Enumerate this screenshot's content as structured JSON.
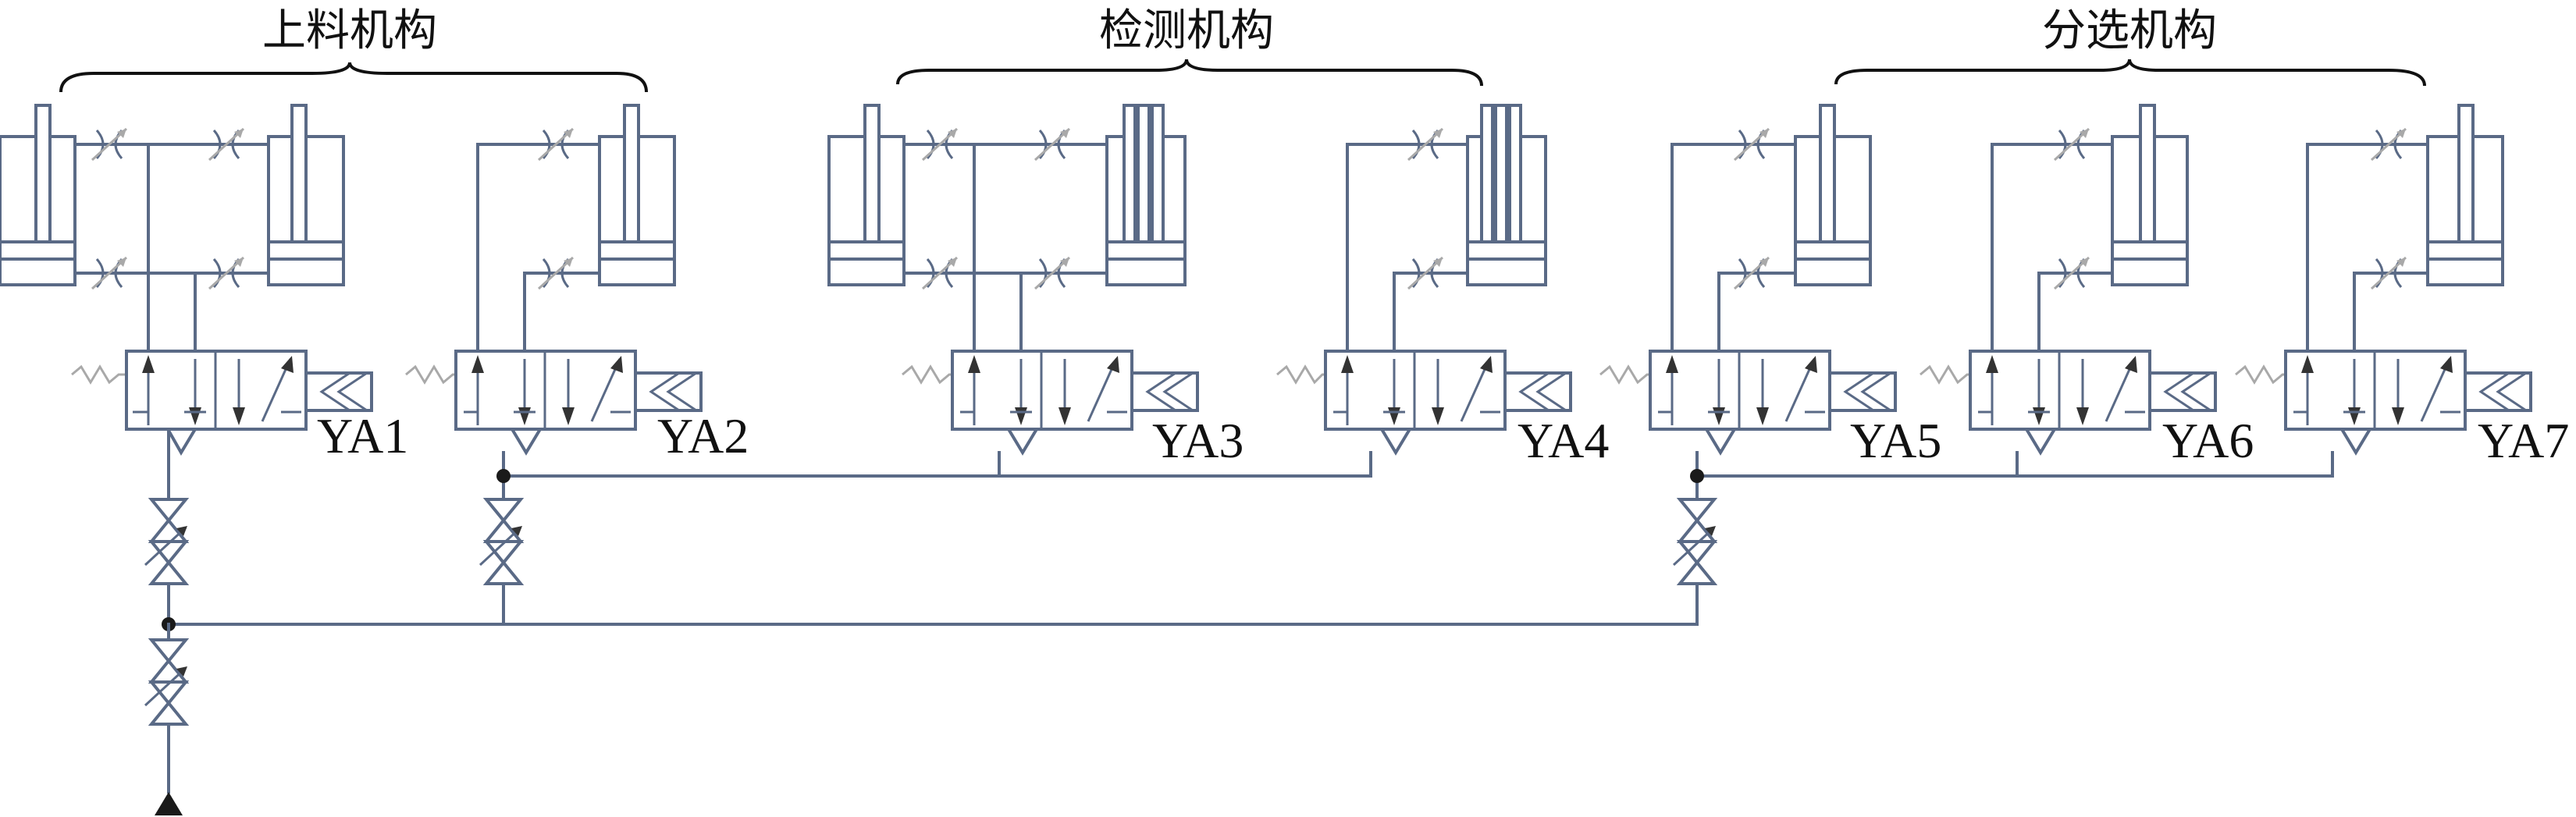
{
  "groups": [
    {
      "label": "上料机构"
    },
    {
      "label": "检测机构"
    },
    {
      "label": "分选机构"
    }
  ],
  "valves": [
    {
      "label": "YA1"
    },
    {
      "label": "YA2"
    },
    {
      "label": "YA3"
    },
    {
      "label": "YA4"
    },
    {
      "label": "YA5"
    },
    {
      "label": "YA6"
    },
    {
      "label": "YA7"
    }
  ],
  "colors": {
    "line": "#5a6a86",
    "text": "#111111",
    "spring": "#a9a9a9"
  }
}
